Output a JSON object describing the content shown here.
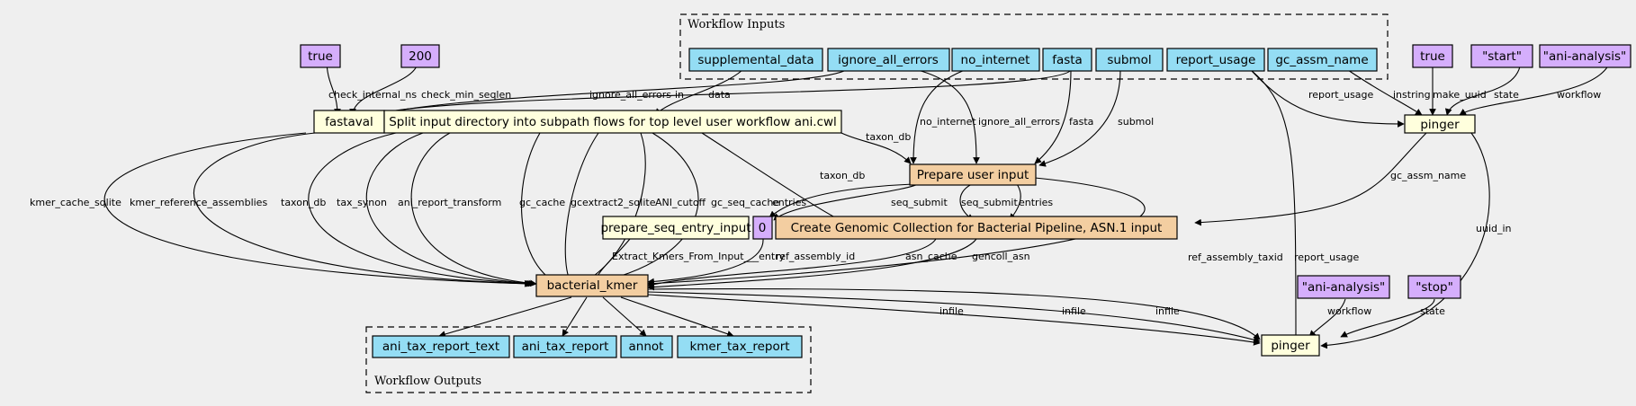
{
  "clusters": {
    "inputs_title": "Workflow Inputs",
    "outputs_title": "Workflow Outputs"
  },
  "nodes": {
    "supplemental_data": "supplemental_data",
    "ignore_all_errors": "ignore_all_errors",
    "no_internet": "no_internet",
    "fasta": "fasta",
    "submol": "submol",
    "report_usage": "report_usage",
    "gc_assm_name": "gc_assm_name",
    "const_true_1": "true",
    "const_200": "200",
    "const_true_2": "true",
    "const_start": "\"start\"",
    "const_ani_1": "\"ani-analysis\"",
    "const_ani_2": "\"ani-analysis\"",
    "const_stop": "\"stop\"",
    "const_0": "0",
    "fastaval": "fastaval",
    "split": "Split input directory into subpath flows for top level user workflow ani.cwl",
    "pinger_top": "pinger",
    "prepare_user_input": "Prepare user input",
    "prepare_seq_entry_input": "prepare_seq_entry_input",
    "create_genomic_collection": "Create Genomic Collection for Bacterial Pipeline, ASN.1 input",
    "bacterial_kmer": "bacterial_kmer",
    "pinger_bottom": "pinger",
    "ani_tax_report_text": "ani_tax_report_text",
    "ani_tax_report": "ani_tax_report",
    "annot": "annot",
    "kmer_tax_report": "kmer_tax_report"
  },
  "edge_labels": {
    "check_internal_ns": "check_internal_ns",
    "check_min_seqlen": "check_min_seqlen",
    "ignore_all_errors_fv": "ignore_all_errors",
    "in": "in",
    "data": "data",
    "no_internet": "no_internet",
    "ignore_all_errors_pu": "ignore_all_errors",
    "fasta": "fasta",
    "submol": "submol",
    "report_usage_top": "report_usage",
    "instring": "instring",
    "make_uuid": "make_uuid",
    "state_top": "state",
    "workflow_top": "workflow",
    "taxon_db_pu": "taxon_db",
    "taxon_db_cg": "taxon_db",
    "gc_assm_name": "gc_assm_name",
    "entries_1": "entries",
    "seq_submit_1": "seq_submit",
    "seq_submit_2": "seq_submit",
    "entries_2": "entries",
    "ref_assembly_taxid": "ref_assembly_taxid",
    "report_usage_bottom": "report_usage",
    "uuid_in": "uuid_in",
    "kmer_cache_sqlite": "kmer_cache_sqlite",
    "kmer_reference_assemblies": "kmer_reference_assemblies",
    "taxon_db_k": "taxon_db",
    "tax_synon": "tax_synon",
    "ani_report_transform": "ani_report_transform",
    "gc_cache": "gc_cache",
    "gcextract2_sqlite": "gcextract2_sqlite",
    "ani_cutoff": "ANI_cutoff",
    "gc_seq_cache": "gc_seq_cache",
    "extract_kmers": "Extract_Kmers_From_Input___entry",
    "ref_assembly_id": "ref_assembly_id",
    "asn_cache": "asn_cache",
    "gencoll_asn": "gencoll_asn",
    "workflow_bottom": "workflow",
    "state_bottom": "state",
    "infile_1": "infile",
    "infile_2": "infile",
    "infile_3": "infile"
  }
}
